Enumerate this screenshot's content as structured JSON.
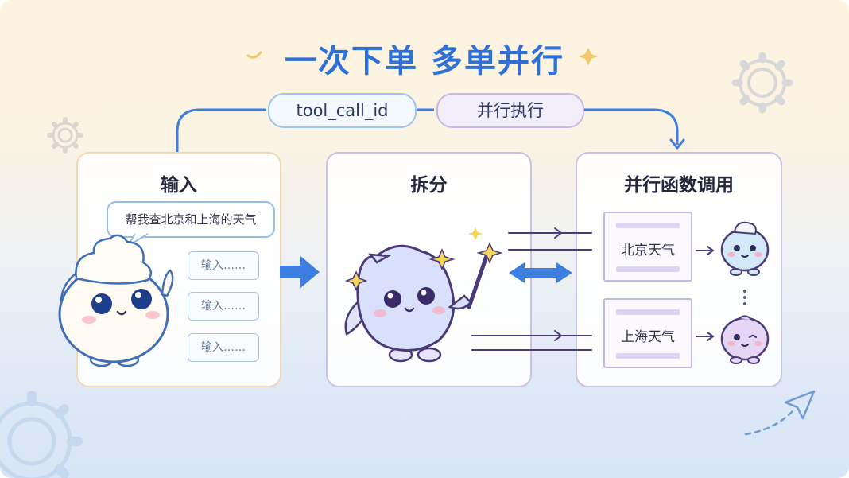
{
  "title": "一次下单 多单并行",
  "pills": {
    "tool_call_id": "tool_call_id",
    "parallel": "并行执行"
  },
  "panels": {
    "input": {
      "title": "输入",
      "bubble": "帮我查北京和上海的天气",
      "slots": [
        "输入……",
        "输入……",
        "输入……"
      ]
    },
    "split": {
      "title": "拆分"
    },
    "call": {
      "title": "并行函数调用",
      "tickets": [
        "北京天气",
        "上海天气"
      ]
    }
  },
  "colors": {
    "title": "#2f6fd8",
    "flow_arrow": "#3d7ee0",
    "connector": "#4a3a78",
    "panel_warm_border": "#f1d9b4",
    "panel_cool_border": "#c9c1e6"
  }
}
